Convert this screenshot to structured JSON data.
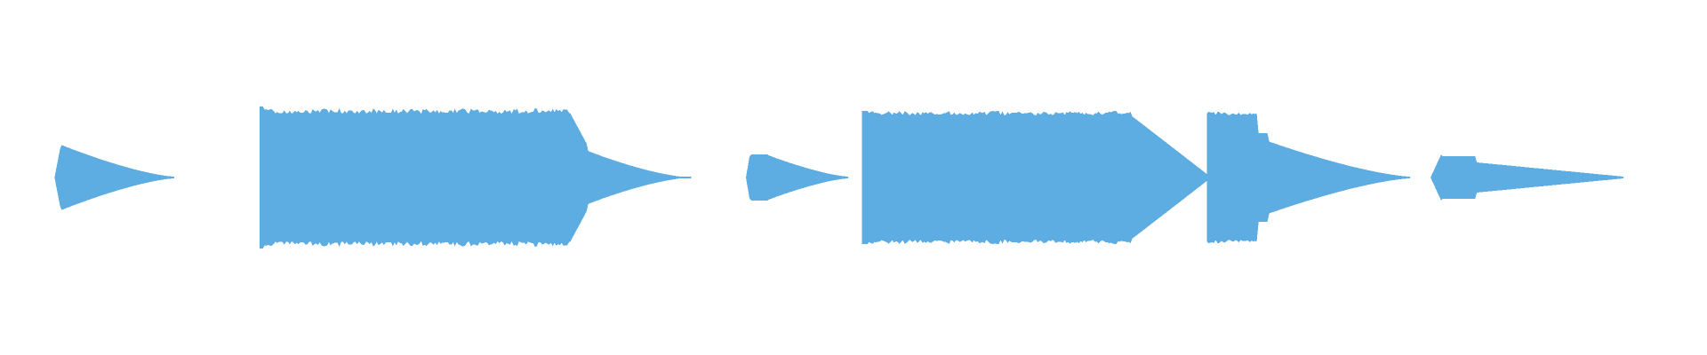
{
  "waveform": {
    "color": "#5dade2",
    "background": "#ffffff",
    "segments": [
      {
        "name": "waveform-segment-1",
        "start": 0.032,
        "end": 0.102,
        "kind": "decay"
      },
      {
        "name": "waveform-segment-2",
        "start": 0.152,
        "end": 0.405,
        "kind": "sustain-decay"
      },
      {
        "name": "waveform-segment-3",
        "start": 0.437,
        "end": 0.497,
        "kind": "decay"
      },
      {
        "name": "waveform-segment-4",
        "start": 0.505,
        "end": 0.707,
        "kind": "sustain-decay"
      },
      {
        "name": "waveform-segment-5",
        "start": 0.707,
        "end": 0.826,
        "kind": "sustain-decay"
      },
      {
        "name": "waveform-segment-6",
        "start": 0.838,
        "end": 0.951,
        "kind": "decay"
      }
    ]
  }
}
